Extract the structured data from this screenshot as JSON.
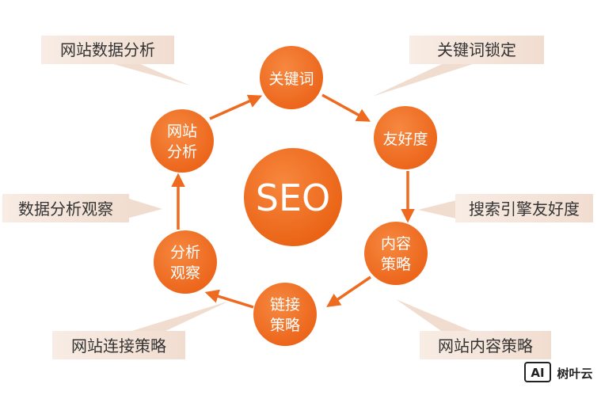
{
  "center": {
    "label": "SEO"
  },
  "nodes": [
    {
      "id": "keyword",
      "lines": [
        "关键词"
      ]
    },
    {
      "id": "friendliness",
      "lines": [
        "友好度"
      ]
    },
    {
      "id": "content-strategy",
      "lines": [
        "内容",
        "策略"
      ]
    },
    {
      "id": "link-strategy",
      "lines": [
        "链接",
        "策略"
      ]
    },
    {
      "id": "analysis-observation",
      "lines": [
        "分析",
        "观察"
      ]
    },
    {
      "id": "site-analysis",
      "lines": [
        "网站",
        "分析"
      ]
    }
  ],
  "callouts": [
    {
      "id": "site-data-analysis",
      "text": "网站数据分析"
    },
    {
      "id": "keyword-locking",
      "text": "关键词锁定"
    },
    {
      "id": "search-engine-friendliness",
      "text": "搜索引擎友好度"
    },
    {
      "id": "site-content-strategy",
      "text": "网站内容策略"
    },
    {
      "id": "site-link-strategy",
      "text": "网站连接策略"
    },
    {
      "id": "data-analysis-observation",
      "text": "数据分析观察"
    }
  ],
  "watermark": {
    "badge": "AI",
    "text": "树叶云"
  },
  "colors": {
    "node": "#f26b1d",
    "center": "#ef6a18",
    "arrow": "#ee6a1f",
    "callout_bg": "#f4e3d8",
    "callout_text": "#333333"
  }
}
